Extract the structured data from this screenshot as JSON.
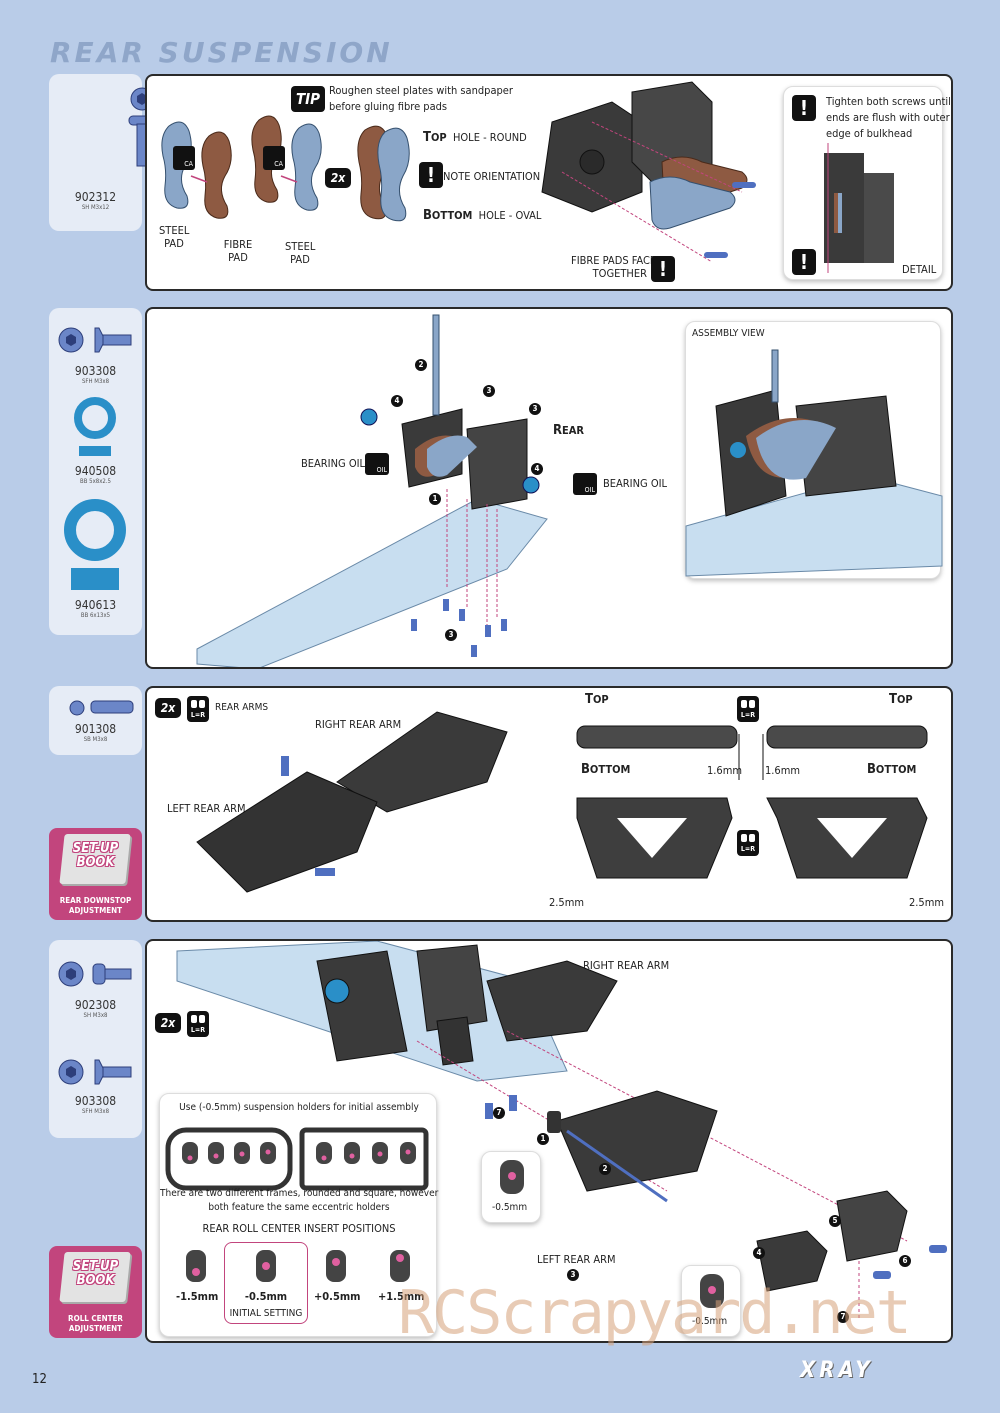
{
  "page_title": "REAR SUSPENSION",
  "page_number": "12",
  "brand": "XRAY",
  "watermark": "RCScrapyard.net",
  "section1": {
    "parts": [
      {
        "code": "902312",
        "desc": "SH M3x12"
      }
    ],
    "tip_badge": "TIP",
    "tip_text_1": "Roughen steel plates with sandpaper",
    "tip_text_2": "before gluing fibre pads",
    "ca_label": "CA",
    "steel_pad_1": "STEEL",
    "steel_pad_1b": "PAD",
    "fibre_pad_1": "FIBRE",
    "fibre_pad_1b": "PAD",
    "steel_pad_2": "STEEL",
    "steel_pad_2b": "PAD",
    "qty_badge": "2x",
    "top_letter": "T",
    "top_rest": "OP",
    "top_hole": "HOLE - ROUND",
    "note_orientation": "NOTE ORIENTATION",
    "bottom_letter": "B",
    "bottom_rest": "OTTOM",
    "bottom_hole": "HOLE - OVAL",
    "fibre_face_1": "FIBRE PADS FACE",
    "fibre_face_2": "TOGETHER",
    "warn_mark": "!",
    "detail_text_1": "Tighten both screws until",
    "detail_text_2": "ends are flush with outer",
    "detail_text_3": "edge of bulkhead",
    "detail_label": "DETAIL"
  },
  "section2": {
    "parts": [
      {
        "code": "903308",
        "desc": "SFH M3x8"
      },
      {
        "code": "940508",
        "desc": "BB 5x8x2.5"
      },
      {
        "code": "940613",
        "desc": "BB 6x13x5"
      }
    ],
    "bearing_oil_left": "BEARING OIL",
    "bearing_oil_right": "BEARING OIL",
    "oil_label": "OIL",
    "rear_letter": "R",
    "rear_rest": "EAR",
    "assembly_view": "ASSEMBLY VIEW",
    "steps": [
      "1",
      "2",
      "3",
      "3",
      "3",
      "4",
      "4"
    ]
  },
  "section3": {
    "parts": [
      {
        "code": "901308",
        "desc": "SB M3x8"
      }
    ],
    "qty_badge": "2x",
    "lr_label": "L=R",
    "rear_arms": "REAR ARMS",
    "right_rear_arm": "RIGHT REAR ARM",
    "left_rear_arm": "LEFT REAR ARM",
    "top_letter": "T",
    "top_rest": "OP",
    "bottom_letter": "B",
    "bottom_rest": "OTTOM",
    "dim_left": "1.6mm",
    "dim_right": "1.6mm",
    "dim_bottom_left": "2.5mm",
    "dim_bottom_right": "2.5mm",
    "setup_book": {
      "title_1": "SET-UP",
      "title_2": "BOOK",
      "caption_1": "REAR DOWNSTOP",
      "caption_2": "ADJUSTMENT"
    }
  },
  "section4": {
    "parts": [
      {
        "code": "902308",
        "desc": "SH M3x8"
      },
      {
        "code": "903308",
        "desc": "SFH M3x8"
      }
    ],
    "qty_badge": "2x",
    "lr_label": "L=R",
    "right_rear_arm": "RIGHT REAR ARM",
    "left_rear_arm": "LEFT REAR ARM",
    "holder_note": "Use (-0.5mm) suspension holders for initial assembly",
    "frames_note_1": "There are two different frames, rounded and square, however",
    "frames_note_2": "both feature the same eccentric holders",
    "roll_center_title": "REAR ROLL CENTER INSERT POSITIONS",
    "inserts": [
      "-1.5mm",
      "-0.5mm",
      "+0.5mm",
      "+1.5mm"
    ],
    "initial_setting": "INITIAL SETTING",
    "callout_a": "-0.5mm",
    "callout_b": "-0.5mm",
    "steps": [
      "1",
      "2",
      "3",
      "4",
      "5",
      "6",
      "7",
      "7"
    ],
    "setup_book": {
      "title_1": "SET-UP",
      "title_2": "BOOK",
      "caption_1": "ROLL CENTER",
      "caption_2": "ADJUSTMENT"
    }
  },
  "colors": {
    "background": "#b9cce8",
    "sidebar": "#e6ecf6",
    "accent_pink": "#c2457d",
    "part_blue": "#4f8fd6",
    "chassis": "#bcd8ee"
  }
}
